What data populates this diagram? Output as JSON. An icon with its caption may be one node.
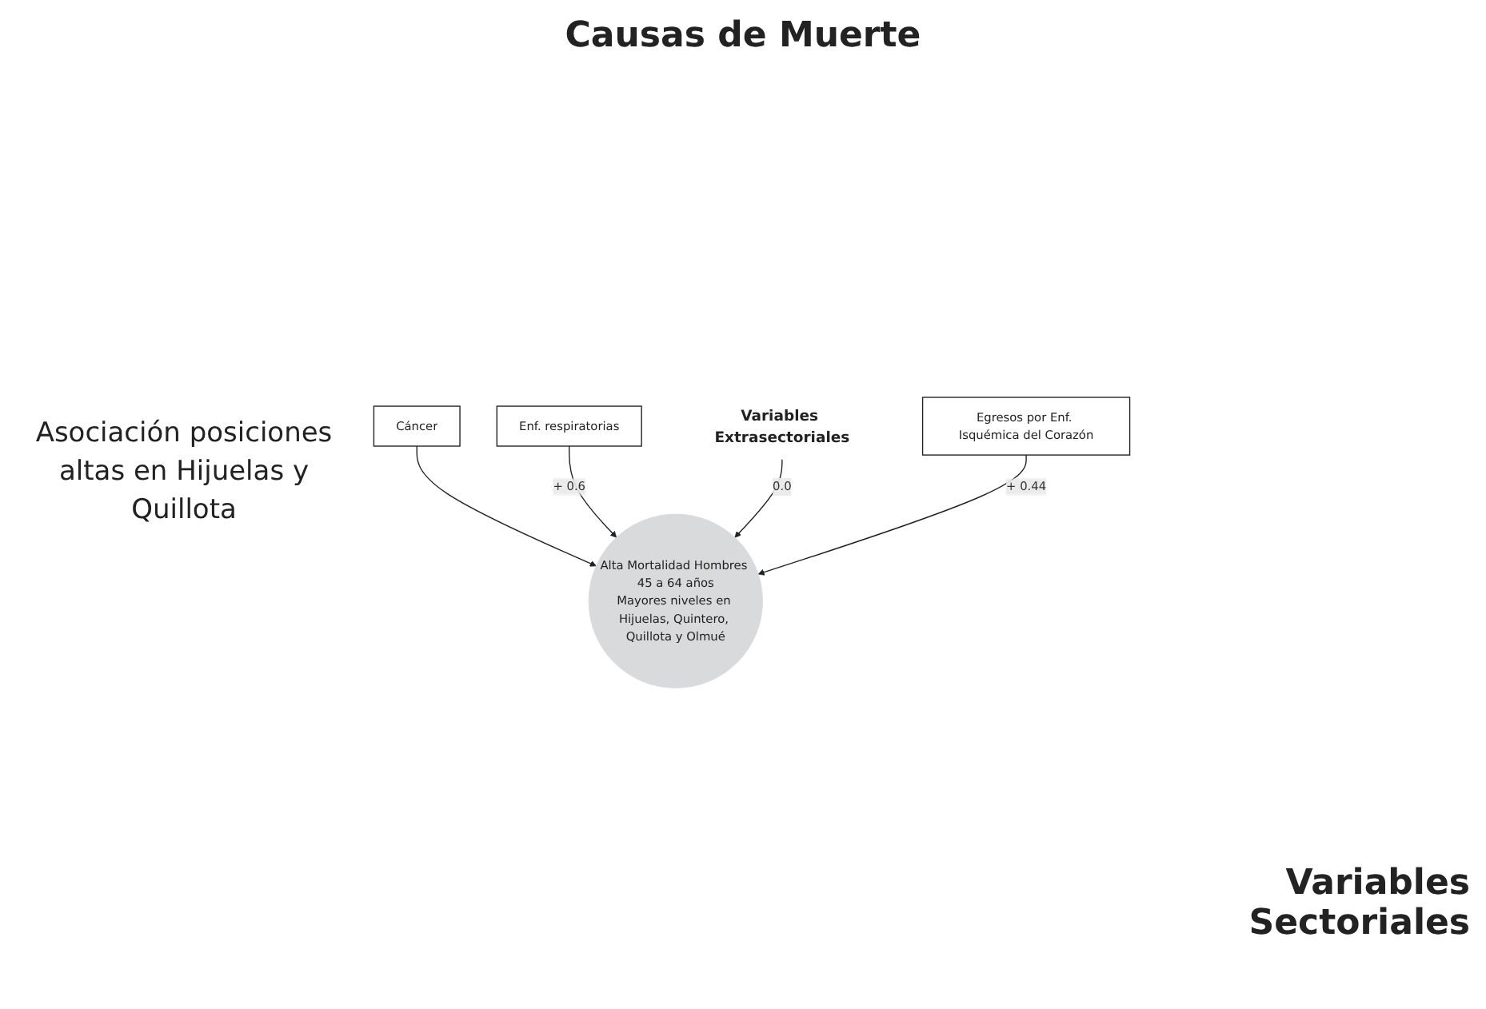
{
  "diagram": {
    "title": "Causas de Muerte",
    "nodes": [
      {
        "text": [
          "Cáncer"
        ]
      },
      {
        "text": [
          "Enf. respiratorias"
        ]
      },
      {
        "text": [
          "Alta Mortalidad Hombres 45 a 64 años",
          "Mayores niveles en Hijuelas, Quintero, Quillota y Olmué"
        ]
      },
      {
        "text": [
          "Variables Extrasectoriales"
        ]
      },
      {
        "text": [
          "Egresos por Enf. Isquémica del Corazón"
        ]
      }
    ],
    "edges": [
      {
        "from": 0,
        "to": 2,
        "arrow": "to"
      },
      {
        "from": 1,
        "to": 2,
        "arrow": "to",
        "label": "+ 0.6"
      },
      {
        "from": 3,
        "to": 2,
        "arrow": "to",
        "label": "0.0"
      },
      {
        "from": 4,
        "to": 2,
        "arrow": "to",
        "label": "+ 0.44"
      }
    ],
    "labels": [
      "Asociación posiciones altas en Hijuelas y Quillota",
      "Variables Sectoriales"
    ]
  }
}
